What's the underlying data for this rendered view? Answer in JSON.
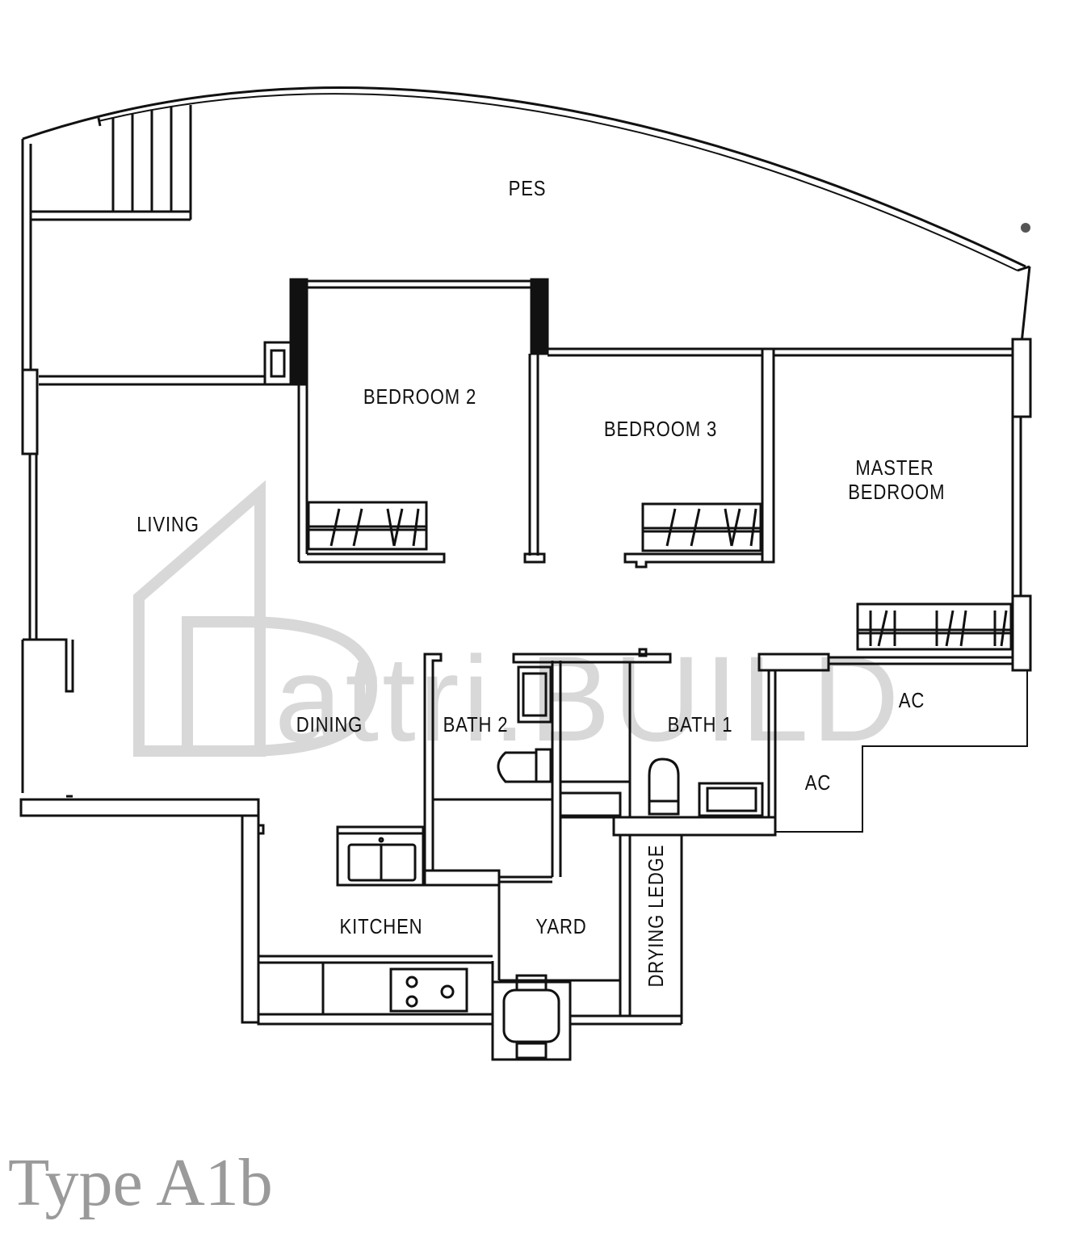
{
  "plan": {
    "type_title": "Type A1b",
    "watermark_text": "attri.BUILD",
    "rooms": {
      "pes": "PES",
      "bedroom2": "BEDROOM 2",
      "bedroom3": "BEDROOM 3",
      "master_line1": "MASTER",
      "master_line2": "BEDROOM",
      "living": "LIVING",
      "dining": "DINING",
      "bath2": "BATH 2",
      "bath1": "BATH 1",
      "ac_upper": "AC",
      "ac_lower": "AC",
      "kitchen": "KITCHEN",
      "yard": "YARD",
      "drying_ledge": "DRYING LEDGE"
    },
    "colors": {
      "wall": "#111111",
      "watermark": "#d8d8d8",
      "title": "#9a9a9a"
    }
  }
}
